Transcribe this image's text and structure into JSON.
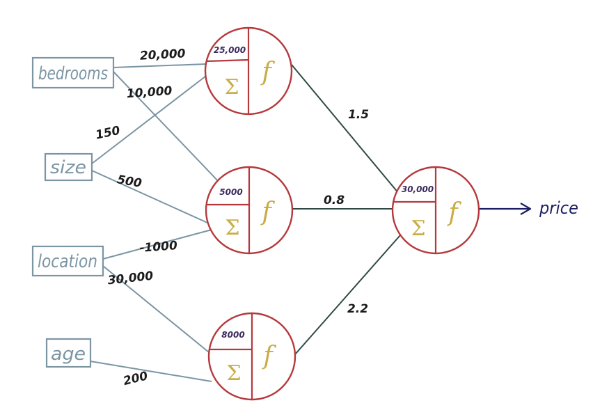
{
  "colors": {
    "input_box": "#7b95a3",
    "input_text": "#7b95a3",
    "input_edge": "#7b95a3",
    "hidden_edge": "#2f4a44",
    "neuron_stroke": "#b5393c",
    "neuron_symbol": "#c9ad47",
    "bias_text": "#3c2a5e",
    "weight_text": "#1b1b1b",
    "output_arrow": "#1c1f63"
  },
  "inputs": [
    {
      "id": "bedrooms",
      "label": "bedrooms"
    },
    {
      "id": "size",
      "label": "size"
    },
    {
      "id": "location",
      "label": "location"
    },
    {
      "id": "age",
      "label": "age"
    }
  ],
  "neurons": [
    {
      "id": "h1",
      "bias": "25,000",
      "sum_symbol": "Σ",
      "activation_symbol": "f"
    },
    {
      "id": "h2",
      "bias": "5000",
      "sum_symbol": "Σ",
      "activation_symbol": "f"
    },
    {
      "id": "h3",
      "bias": "8000",
      "sum_symbol": "Σ",
      "activation_symbol": "f"
    },
    {
      "id": "out",
      "bias": "30,000",
      "sum_symbol": "Σ",
      "activation_symbol": "f"
    }
  ],
  "edges": [
    {
      "id": "bedrooms-h1",
      "from": "bedrooms",
      "to": "h1",
      "weight": "20,000"
    },
    {
      "id": "bedrooms-h2",
      "from": "bedrooms",
      "to": "h2",
      "weight": "10,000"
    },
    {
      "id": "size-h1",
      "from": "size",
      "to": "h1",
      "weight": "150"
    },
    {
      "id": "size-h2",
      "from": "size",
      "to": "h2",
      "weight": "500"
    },
    {
      "id": "location-h2",
      "from": "location",
      "to": "h2",
      "weight": "-1000"
    },
    {
      "id": "location-h3",
      "from": "location",
      "to": "h3",
      "weight": "30,000"
    },
    {
      "id": "age-h3",
      "from": "age",
      "to": "h3",
      "weight": "200"
    },
    {
      "id": "h1-out",
      "from": "h1",
      "to": "out",
      "weight": "1.5"
    },
    {
      "id": "h2-out",
      "from": "h2",
      "to": "out",
      "weight": "0.8"
    },
    {
      "id": "h3-out",
      "from": "h3",
      "to": "out",
      "weight": "2.2"
    }
  ],
  "output": {
    "label": "price"
  }
}
